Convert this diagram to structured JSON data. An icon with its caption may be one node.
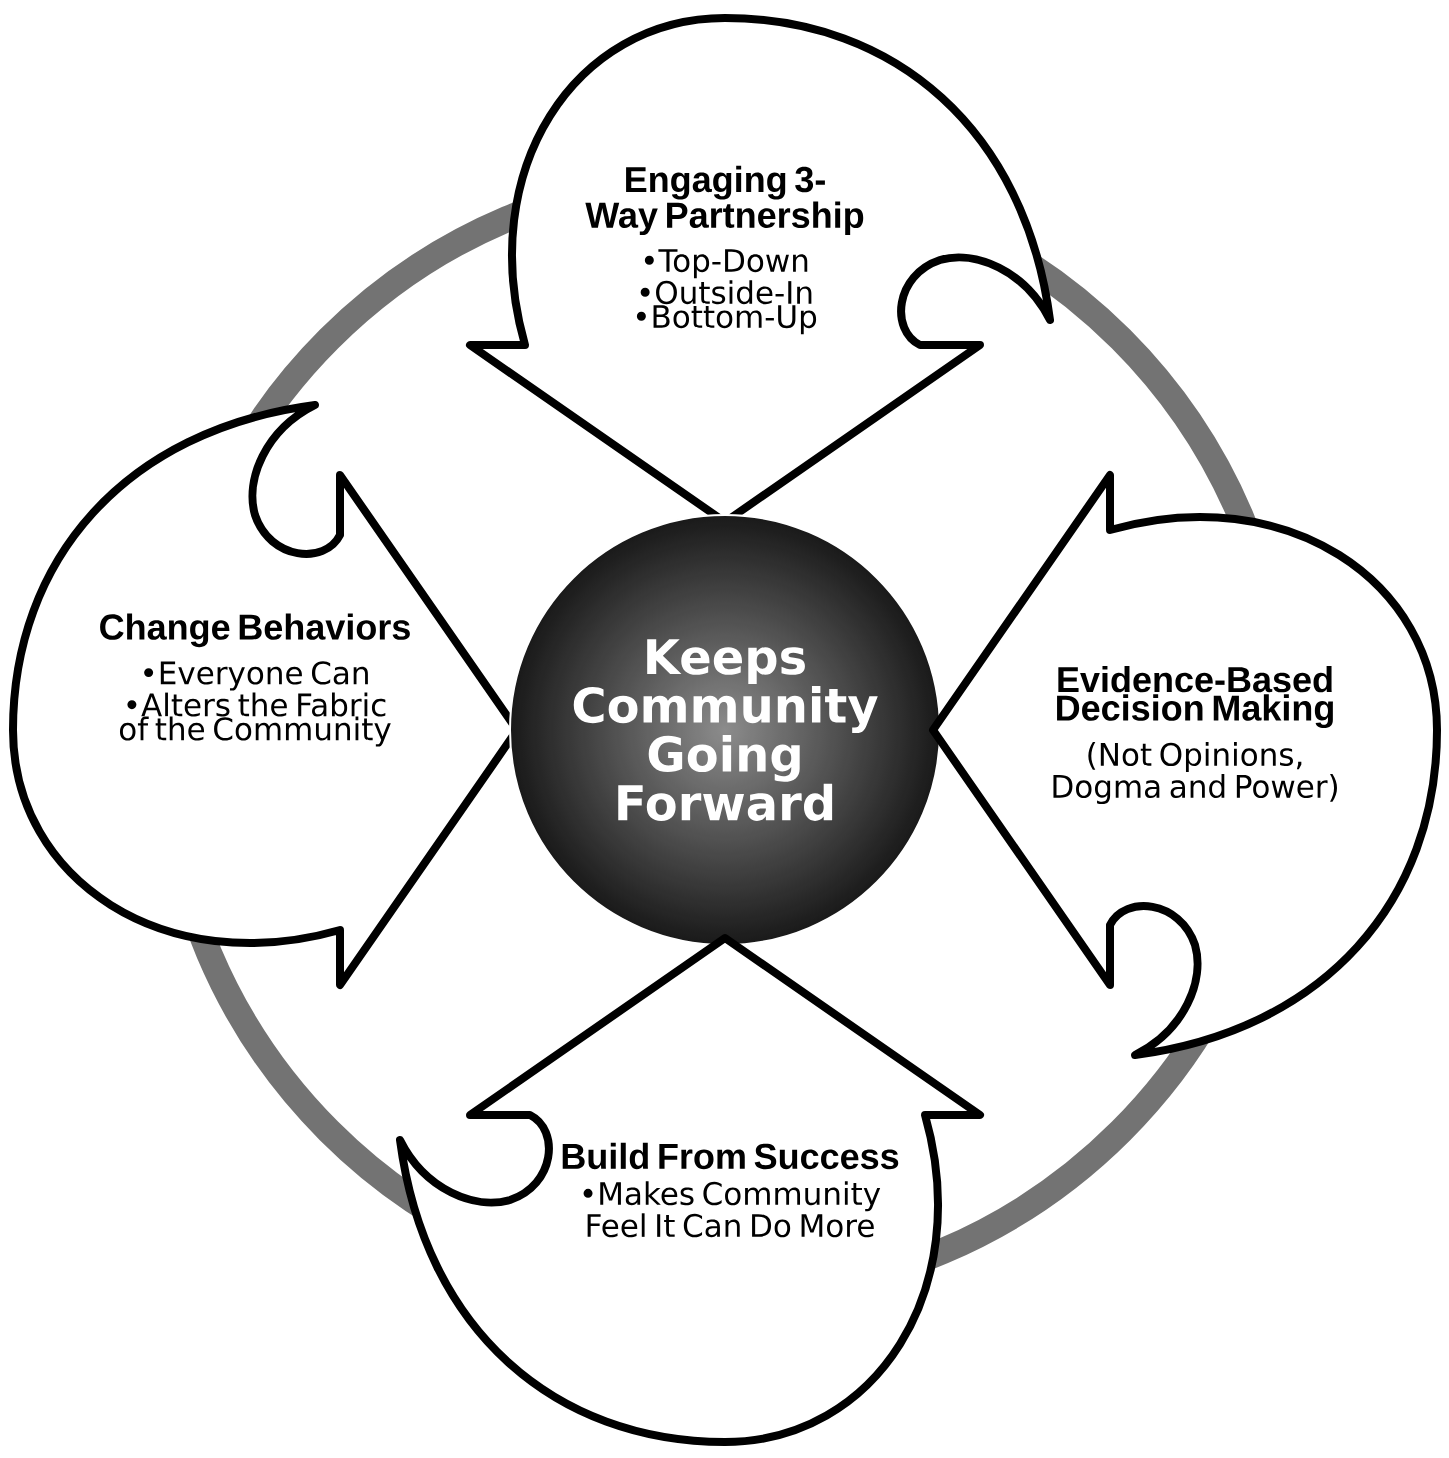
{
  "diagram": {
    "nodes": [
      {
        "text": [
          "Engaging 3-Way Partnership",
          "•Top-Down",
          "•Outside-In",
          "•Bottom-Up"
        ]
      },
      {
        "text": [
          "Change Behaviors",
          "•Everyone Can",
          "•Alters the Fabric of the Community"
        ]
      },
      {
        "text": [
          "Keeps Community Going Forward"
        ]
      },
      {
        "text": [
          "Evidence-Based Decision Making",
          "(Not Opinions, Dogma and Power)"
        ]
      },
      {
        "text": [
          "Build From Success",
          "•Makes Community Feel It Can Do More"
        ]
      }
    ]
  }
}
